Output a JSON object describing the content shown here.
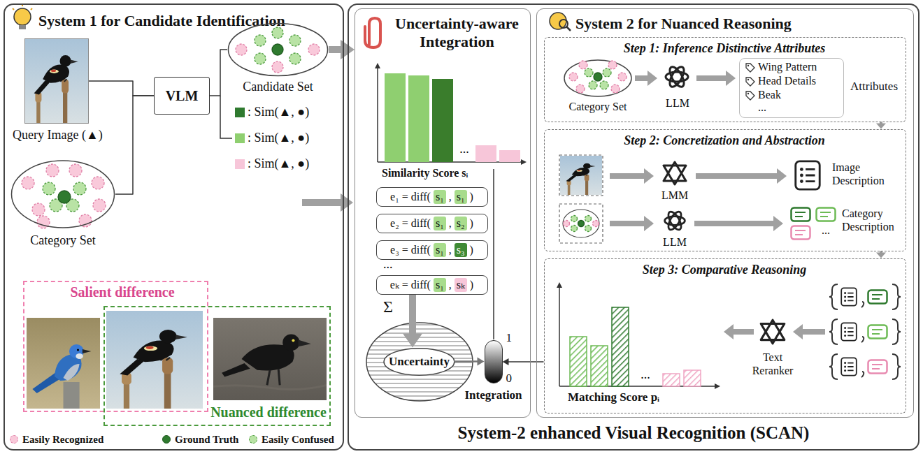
{
  "diagram": {
    "nodes": [
      {
        "text": [
          "System 1 for Candidate Identification"
        ]
      },
      {
        "text": [
          "Query Image (▲)"
        ],
        "in": 0
      },
      {
        "text": [
          "VLM"
        ],
        "in": 0
      },
      {
        "text": [
          "Category Set"
        ],
        "in": 0
      },
      {
        "text": [
          "Candidate Set"
        ],
        "in": 0
      },
      {
        "text": [
          "Salient difference"
        ],
        "in": 0
      },
      {
        "text": [
          "Nuanced difference"
        ],
        "in": 0
      },
      {
        "text": [
          "System-2 enhanced Visual Recognition (SCAN)"
        ]
      },
      {
        "text": [
          "Uncertainty-aware Integration"
        ],
        "in": 7
      },
      {
        "text": [
          "e₁ = diff(",
          "s₁",
          ",",
          "s₁",
          ")"
        ],
        "in": 8
      },
      {
        "text": [
          "e₂ = diff(",
          "s₁",
          ",",
          "s₂",
          ")"
        ],
        "in": 8
      },
      {
        "text": [
          "e₃ = diff(",
          "s₁",
          ",",
          "s₃",
          ")"
        ],
        "in": 8
      },
      {
        "text": [
          "eₖ = diff(",
          "s₁",
          ",",
          "sₖ",
          ")"
        ],
        "in": 8
      },
      {
        "text": [
          "Uncertainty"
        ],
        "in": 8
      },
      {
        "text": [
          "1",
          "0",
          "Integration"
        ],
        "in": 8
      },
      {
        "text": [
          "System 2 for Nuanced Reasoning"
        ],
        "in": 7
      },
      {
        "text": [
          "Step 1: Inference Distinctive Attributes"
        ],
        "in": 15
      },
      {
        "text": [
          "Wing Pattern",
          "Head Details",
          "Beak",
          "...",
          "Attributes"
        ],
        "in": 16
      },
      {
        "text": [
          "Step 2: Concretization and Abstraction"
        ],
        "in": 15
      },
      {
        "text": [
          "Step 3: Comparative Reasoning"
        ],
        "in": 15
      }
    ],
    "edges": [
      {
        "from": 1,
        "to": 2,
        "arrow": "none"
      },
      {
        "from": 3,
        "to": 2,
        "arrow": "none"
      },
      {
        "from": 2,
        "to": 4,
        "arrow": "none"
      },
      {
        "from": 4,
        "to": 8,
        "arrow": "to"
      },
      {
        "from": 12,
        "to": 13,
        "arrow": "to"
      },
      {
        "from": 13,
        "to": 14,
        "arrow": "to"
      },
      {
        "from": 19,
        "to": 14,
        "arrow": "to"
      },
      {
        "from": 16,
        "to": 18,
        "arrow": "to"
      },
      {
        "from": 18,
        "to": 19,
        "arrow": "to"
      }
    ],
    "labels": [
      ": Sim(▲, ●)",
      ": Sim(▲, ●)",
      ": Sim(▲, ●)",
      "Similarity Score sᵢ",
      "...",
      "Σ",
      "...",
      "Category Set",
      "LLM",
      "LMM",
      "Image Description",
      "LLM",
      "Category Description",
      "...",
      "Matching Score pᵢ",
      "...",
      "Text Reranker"
    ],
    "legend": [
      {
        "text": "Easily Recognized",
        "color": "#f9c9da"
      },
      {
        "text": "Ground Truth",
        "color": "#2f7a2f"
      },
      {
        "text": "Easily Confused",
        "color": "#b9e3a5"
      }
    ]
  }
}
